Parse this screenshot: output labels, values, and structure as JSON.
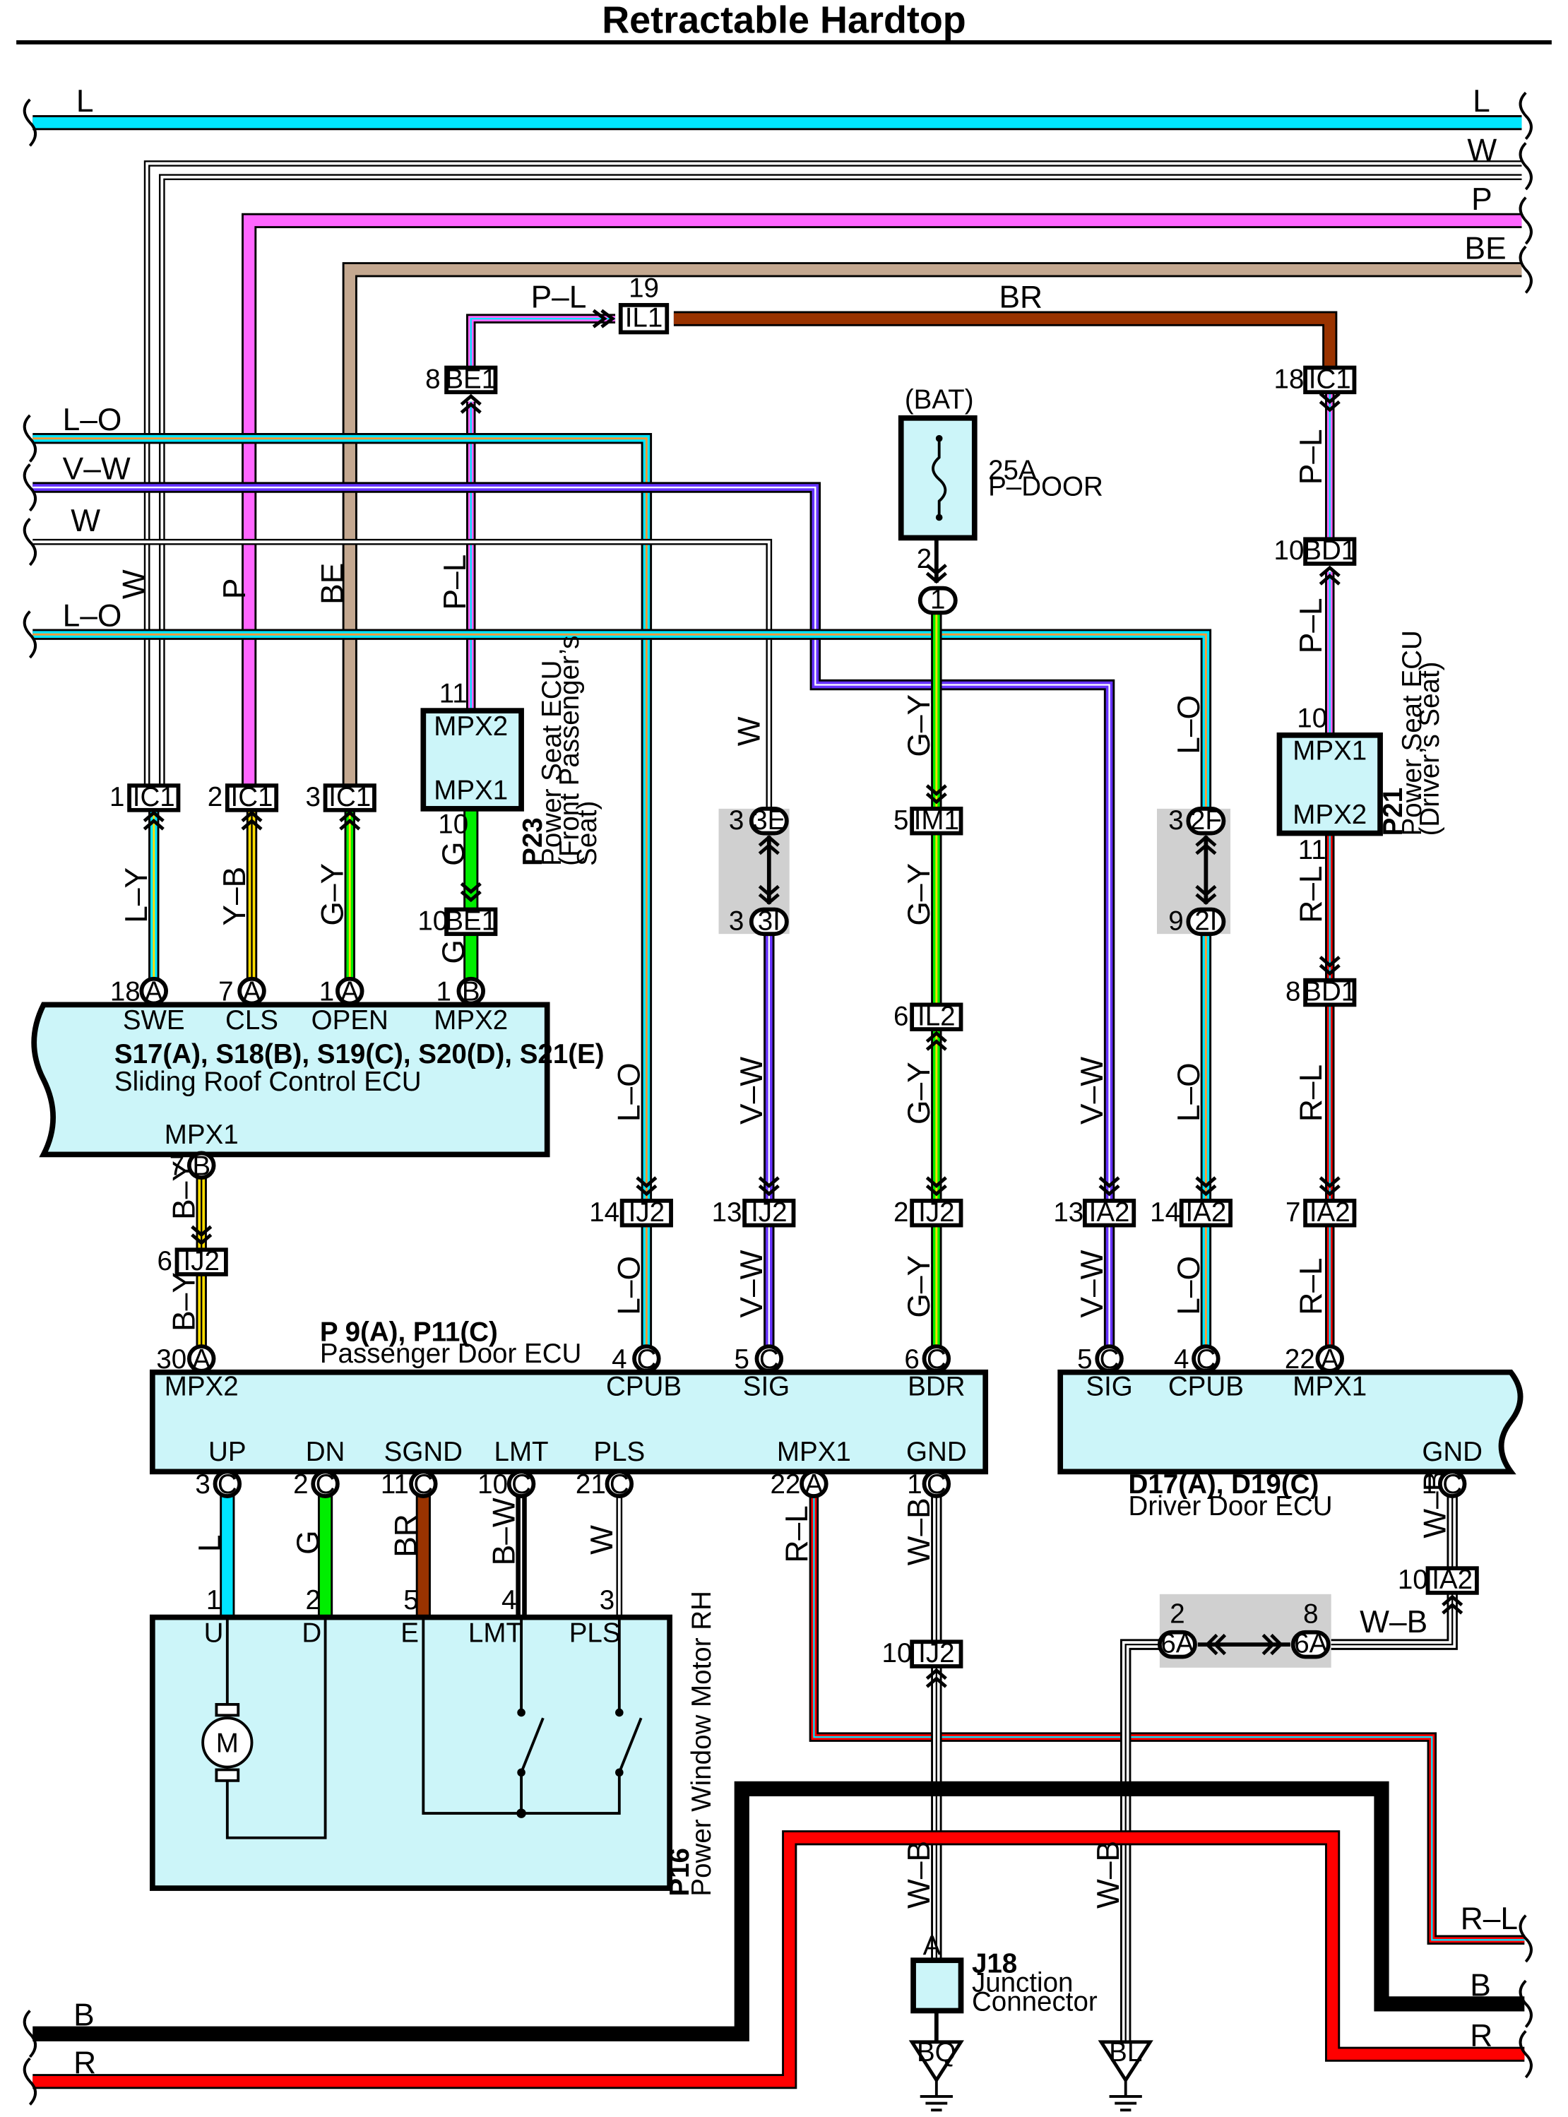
{
  "title": "Retractable Hardtop",
  "wires": {
    "L": "L",
    "W": "W",
    "P": "P",
    "BE": "BE",
    "PL": "P–L",
    "BR": "BR",
    "LO": "L–O",
    "VW": "V–W",
    "LY": "L–Y",
    "YB": "Y–B",
    "GY": "G–Y",
    "G": "G",
    "BY": "B–Y",
    "RL": "R–L",
    "WB": "W–B",
    "BW": "B–W",
    "B": "B",
    "R": "R"
  },
  "connectors": {
    "IL1": "IL1",
    "BE1": "BE1",
    "IC1": "IC1",
    "BD1": "BD1",
    "IM1": "IM1",
    "IL2": "IL2",
    "IJ2": "IJ2",
    "IA2": "IA2",
    "c3E": "3E",
    "c3I": "3I",
    "c2F": "2F",
    "c2I": "2I",
    "c6A": "6A",
    "c1": "1",
    "A": "A",
    "B": "B",
    "C": "C",
    "BQ": "BQ",
    "BL": "BL"
  },
  "pins": {
    "p19": "19",
    "p8": "8",
    "p18": "18",
    "p10": "10",
    "p2": "2",
    "p1": "1",
    "p3": "3",
    "p11": "11",
    "p5": "5",
    "p6": "6",
    "p9": "9",
    "p7": "7",
    "p13": "13",
    "p14": "14",
    "p30": "30",
    "p4": "4",
    "p22": "22",
    "p21": "21"
  },
  "fuse": {
    "source": "(BAT)",
    "rating": "25A",
    "name": "P–DOOR"
  },
  "components": {
    "sliding_roof": {
      "code": "S17(A), S18(B), S19(C), S20(D), S21(E)",
      "name": "Sliding Roof Control ECU",
      "terms": {
        "SWE": "SWE",
        "CLS": "CLS",
        "OPEN": "OPEN",
        "MPX2": "MPX2",
        "MPX1": "MPX1"
      }
    },
    "p23": {
      "code": "P23",
      "name": "Power Seat ECU",
      "sub1": "(Front Passenger’s",
      "sub2": "Seat)",
      "MPX2": "MPX2",
      "MPX1": "MPX1"
    },
    "p21": {
      "code": "P21",
      "name": "Power Seat ECU",
      "sub": "(Driver’s Seat)",
      "MPX1": "MPX1",
      "MPX2": "MPX2"
    },
    "pass_door": {
      "code": "P 9(A), P11(C)",
      "name": "Passenger Door ECU",
      "terms": {
        "MPX2": "MPX2",
        "CPUB": "CPUB",
        "SIG": "SIG",
        "BDR": "BDR",
        "UP": "UP",
        "DN": "DN",
        "SGND": "SGND",
        "LMT": "LMT",
        "PLS": "PLS",
        "MPX1": "MPX1",
        "GND": "GND"
      }
    },
    "drv_door": {
      "code": "D17(A), D19(C)",
      "name": "Driver Door ECU",
      "terms": {
        "SIG": "SIG",
        "CPUB": "CPUB",
        "MPX1": "MPX1",
        "GND": "GND"
      }
    },
    "p16": {
      "code": "P16",
      "name": "Power Window Motor RH",
      "terms": {
        "U": "U",
        "D": "D",
        "E": "E",
        "LMT": "LMT",
        "PLS": "PLS"
      },
      "motor": "M"
    },
    "j18": {
      "code": "J18",
      "name1": "Junction",
      "name2": "Connector"
    }
  },
  "colors": {
    "L": "#00e5ff",
    "W": "#ffffff",
    "P": "#ff66ff",
    "BE": "#c4a890",
    "BR": "#993300",
    "O": "#ff9933",
    "V": "#6633ff",
    "Y": "#ffdd00",
    "G": "#00ee00",
    "R": "#ff0000",
    "B": "#000000",
    "box": "#ccf5f9"
  }
}
